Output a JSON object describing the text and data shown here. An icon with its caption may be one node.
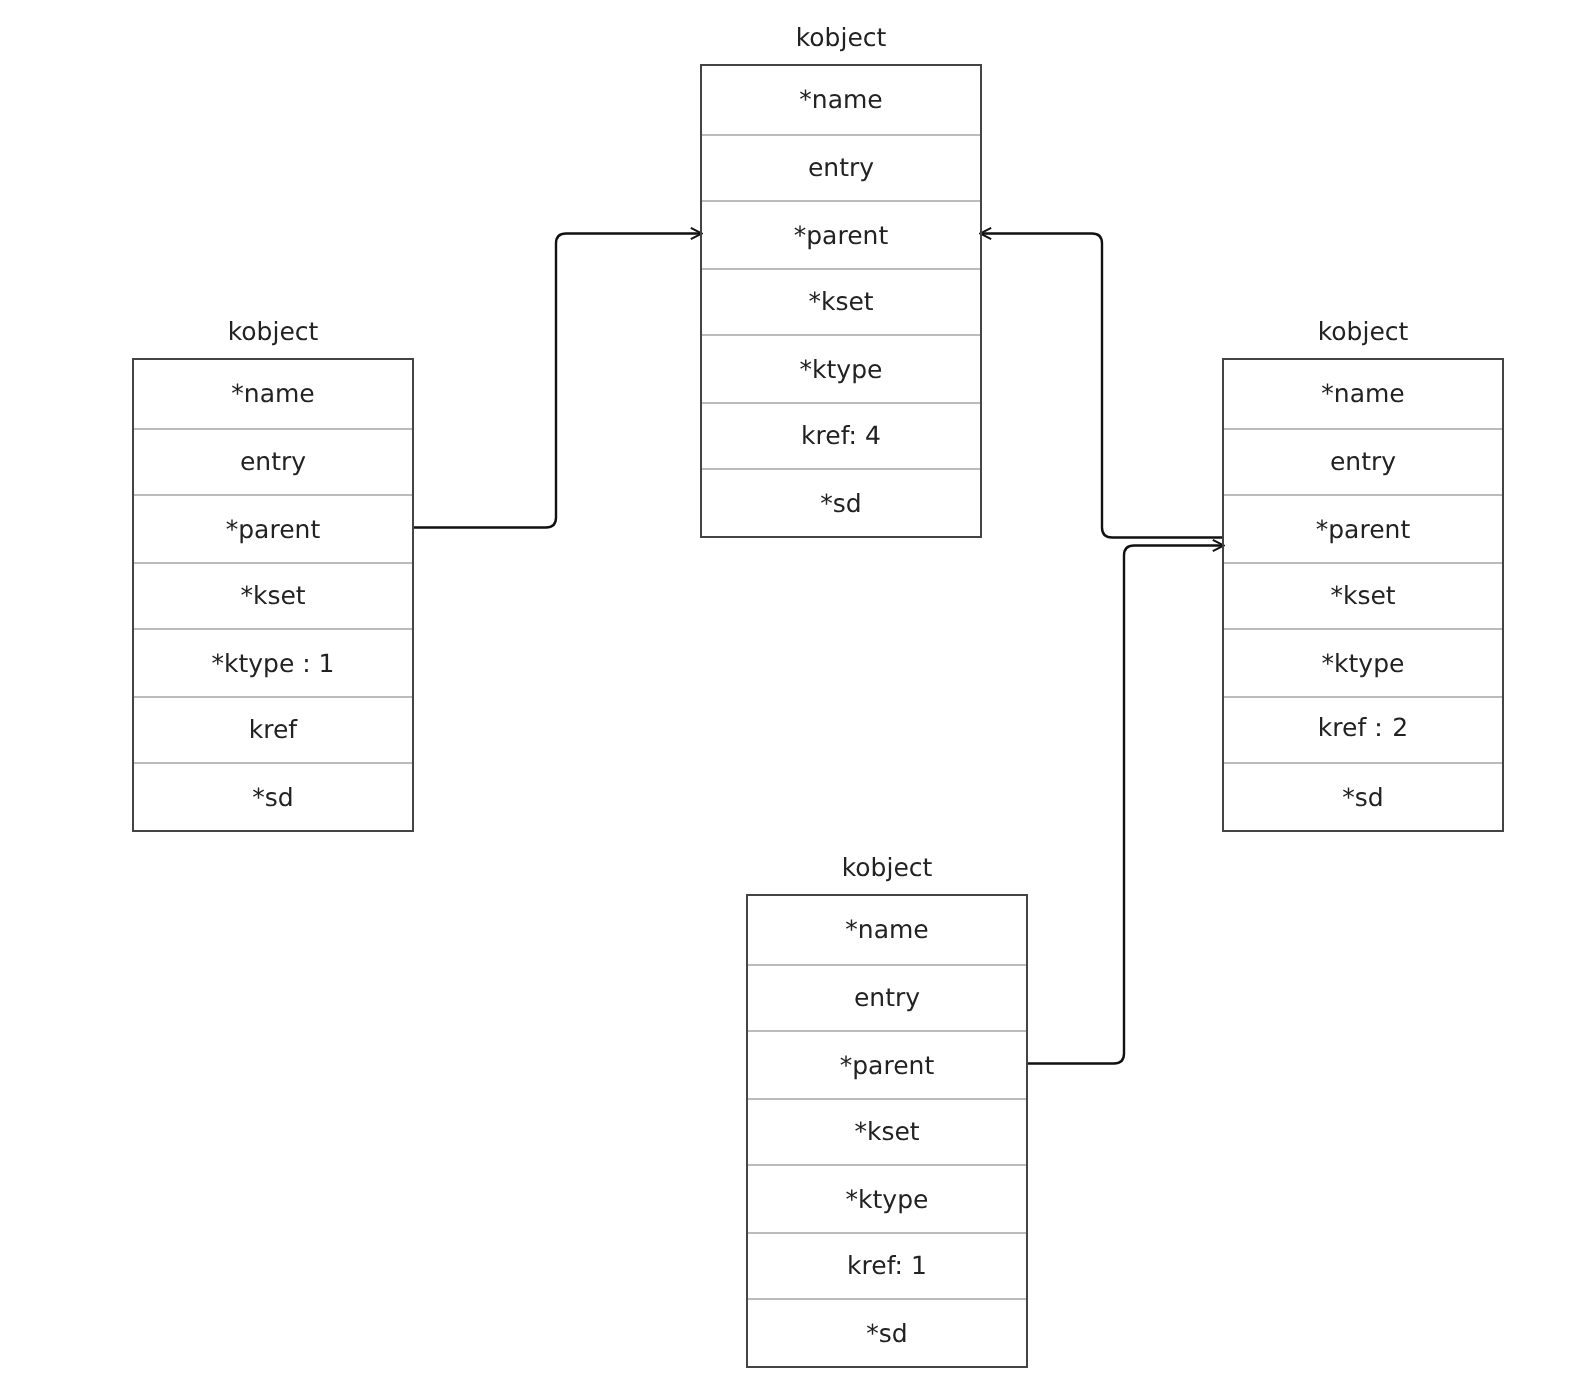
{
  "diagram": {
    "nodes": [
      {
        "text": [
          "kobject"
        ]
      },
      {
        "text": [
          "*name"
        ],
        "in": 0
      },
      {
        "text": [
          "entry"
        ],
        "in": 0
      },
      {
        "text": [
          "*parent"
        ],
        "in": 0
      },
      {
        "text": [
          "*kset"
        ],
        "in": 0
      },
      {
        "text": [
          "*ktype"
        ],
        "in": 0
      },
      {
        "text": [
          "kref: 4"
        ],
        "in": 0
      },
      {
        "text": [
          "*sd"
        ],
        "in": 0
      },
      {
        "text": [
          "kobject"
        ]
      },
      {
        "text": [
          "*name"
        ],
        "in": 8
      },
      {
        "text": [
          "entry"
        ],
        "in": 8
      },
      {
        "text": [
          "*parent"
        ],
        "in": 8
      },
      {
        "text": [
          "*kset"
        ],
        "in": 8
      },
      {
        "text": [
          "*ktype : 1"
        ],
        "in": 8
      },
      {
        "text": [
          "kref"
        ],
        "in": 8
      },
      {
        "text": [
          "*sd"
        ],
        "in": 8
      },
      {
        "text": [
          "kobject"
        ]
      },
      {
        "text": [
          "*name"
        ],
        "in": 16
      },
      {
        "text": [
          "entry"
        ],
        "in": 16
      },
      {
        "text": [
          "*parent"
        ],
        "in": 16
      },
      {
        "text": [
          "*kset"
        ],
        "in": 16
      },
      {
        "text": [
          "*ktype"
        ],
        "in": 16
      },
      {
        "text": [
          "kref：2"
        ],
        "in": 16
      },
      {
        "text": [
          "*sd"
        ],
        "in": 16
      },
      {
        "text": [
          "kobject"
        ]
      },
      {
        "text": [
          "*name"
        ],
        "in": 24
      },
      {
        "text": [
          "entry"
        ],
        "in": 24
      },
      {
        "text": [
          "*parent"
        ],
        "in": 24
      },
      {
        "text": [
          "*kset"
        ],
        "in": 24
      },
      {
        "text": [
          "*ktype"
        ],
        "in": 24
      },
      {
        "text": [
          "kref: 1"
        ],
        "in": 24
      },
      {
        "text": [
          "*sd"
        ],
        "in": 24
      }
    ],
    "edges": [
      {
        "from": 11,
        "to": 3,
        "arrow": "to"
      },
      {
        "from": 19,
        "to": 3,
        "arrow": "to"
      },
      {
        "from": 27,
        "to": 19,
        "arrow": "to"
      }
    ]
  }
}
